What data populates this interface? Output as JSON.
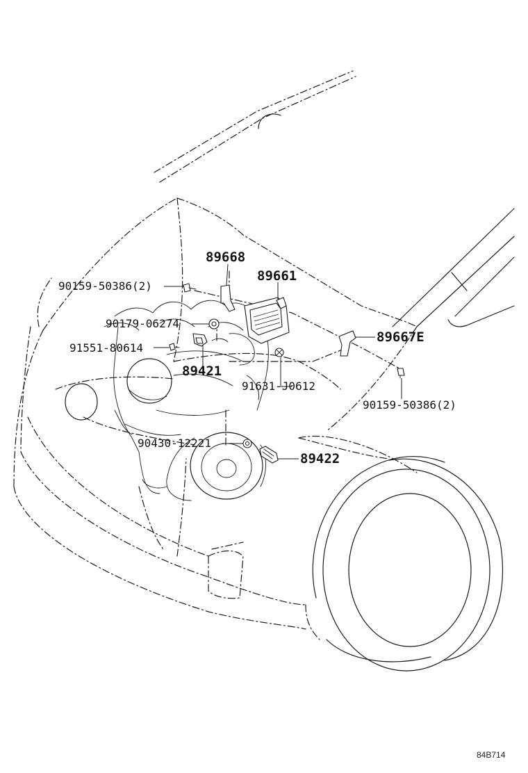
{
  "diagram_code": "84B714",
  "callouts": {
    "p89668": "89668",
    "p89661": "89661",
    "bolt_top_left": "90159-50386(2)",
    "nut_90179": "90179-06274",
    "bolt_91551": "91551-80614",
    "p89667e": "89667E",
    "p89421": "89421",
    "bolt_91631": "91631-J0612",
    "bolt_bottom_right": "90159-50386(2)",
    "gasket_90430": "90430-12221",
    "p89422": "89422"
  }
}
